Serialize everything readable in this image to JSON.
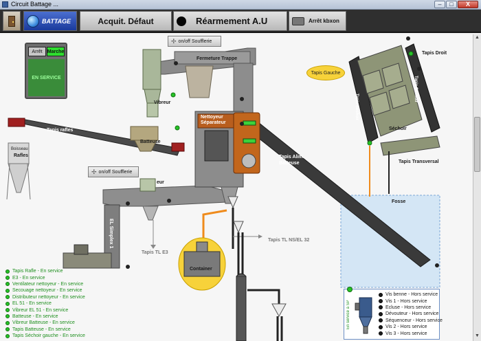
{
  "window": {
    "title": "Circuit Battage ...",
    "min": "–",
    "max": "□",
    "close": "X"
  },
  "toolbar": {
    "battage": "BATTAGE",
    "acquit": "Acquit. Défaut",
    "rearmement": "Réarmement  A.U",
    "arret_kbox": "Arrêt kbxon"
  },
  "status_panel": {
    "arret": "Arrêt",
    "marche": "Marche",
    "state": "EN SERVICE"
  },
  "buttons": {
    "soufflerie_top": "on/off Soufflerie",
    "soufflerie_mid": "on/off Soufflerie"
  },
  "labels": {
    "fermeture_trappe": "Fermeture Trappe",
    "vibreur": "Vibreur",
    "nettoyeur": "Nettoyeur Séparateur",
    "batteuse": "Batteuse",
    "tapis_rafles": "Tapis rafles",
    "boisseau": "Boisseau",
    "rafles": "Rafles",
    "vibreur_lower": "eur",
    "el_simplex": "EL Simplex 1",
    "tapis_tl_e3": "Tapis TL E3",
    "container": "Container",
    "tapis_tl_ns": "Tapis TL NS/EL 32",
    "tapis_alim": "Tapis Alim. Batteuse",
    "tapis_gauche": "Tapis Gauche",
    "tapis_droit": "Tapis Droit",
    "tapis_sechoir_d": "Tapis Séchoir",
    "tapis_sechoir_g": "Tapis Séchoir",
    "sechoir": "Séchoir",
    "tapis_transversal": "Tapis Transversal",
    "fosse": "Fosse"
  },
  "status_list": [
    "Tapis Rafle - En service",
    "E3 - En service",
    "Ventilateur nettoyeur - En service",
    "Secouage nettoyeur - En service",
    "Distributeur nettoyeur - En service",
    "EL 51 - En service",
    "Vibreur EL 51 - En service",
    "Batteuse - En service",
    "Vibreur Batteuse - En service",
    "Tapis Batteuse - En service",
    "Tapis Séchoir gauche - En service"
  ],
  "service_panel": {
    "vertical_title": "En service à SP",
    "items": [
      "Vis benne - Hors service",
      "Vis 1 - Hors service",
      "Ecluse - Hors service",
      "Dévouteur - Hors service",
      "Séquenceur - Hors service",
      "Vis 2 - Hors service",
      "Vis 3 - Hors service"
    ]
  },
  "colors": {
    "ok": "#27c227",
    "accent": "#f7d23a",
    "toolbar": "#2f2f2f"
  }
}
